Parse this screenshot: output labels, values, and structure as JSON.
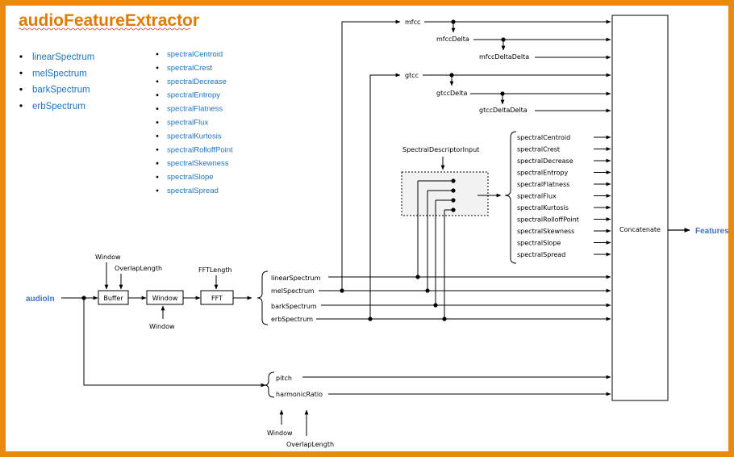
{
  "title": "audioFeatureExtractor",
  "colors": {
    "frame": "#E88A0C",
    "title": "#E07B00",
    "list": "#1E73BE",
    "io": "#4472C4",
    "line": "#000000"
  },
  "spectrum_list": [
    "linearSpectrum",
    "melSpectrum",
    "barkSpectrum",
    "erbSpectrum"
  ],
  "descriptor_list": [
    "spectralCentroid",
    "spectralCrest",
    "spectralDecrease",
    "spectralEntropy",
    "spectralFlatness",
    "spectralFlux",
    "spectralKurtosis",
    "spectralRolloffPoint",
    "spectralSkewness",
    "spectralSlope",
    "spectralSpread"
  ],
  "input_label": "audioIn",
  "output_label": "Features",
  "blocks": {
    "buffer": "Buffer",
    "window": "Window",
    "fft": "FFT",
    "concatenate": "Concatenate",
    "descriptor_input": "SpectralDescriptorInput"
  },
  "params": {
    "window_top": "Window",
    "overlap_length": "OverlapLength",
    "window_bottom": "Window",
    "fft_length": "FFTLength",
    "pitch_window": "Window",
    "pitch_overlap": "OverlapLength"
  },
  "spectrum_outputs": [
    "linearSpectrum",
    "melSpectrum",
    "barkSpectrum",
    "erbSpectrum"
  ],
  "cepstral": {
    "mfcc": "mfcc",
    "mfcc_delta": "mfccDelta",
    "mfcc_delta_delta": "mfccDeltaDelta",
    "gtcc": "gtcc",
    "gtcc_delta": "gtccDelta",
    "gtcc_delta_delta": "gtccDeltaDelta"
  },
  "descriptor_outputs": [
    "spectralCentroid",
    "spectralCrest",
    "spectralDecrease",
    "spectralEntropy",
    "spectralFlatness",
    "spectralFlux",
    "spectralKurtosis",
    "spectralRolloffPoint",
    "spectralSkewness",
    "spectralSlope",
    "spectralSpread"
  ],
  "other_outputs": {
    "pitch": "pitch",
    "harmonic_ratio": "harmonicRatio"
  }
}
